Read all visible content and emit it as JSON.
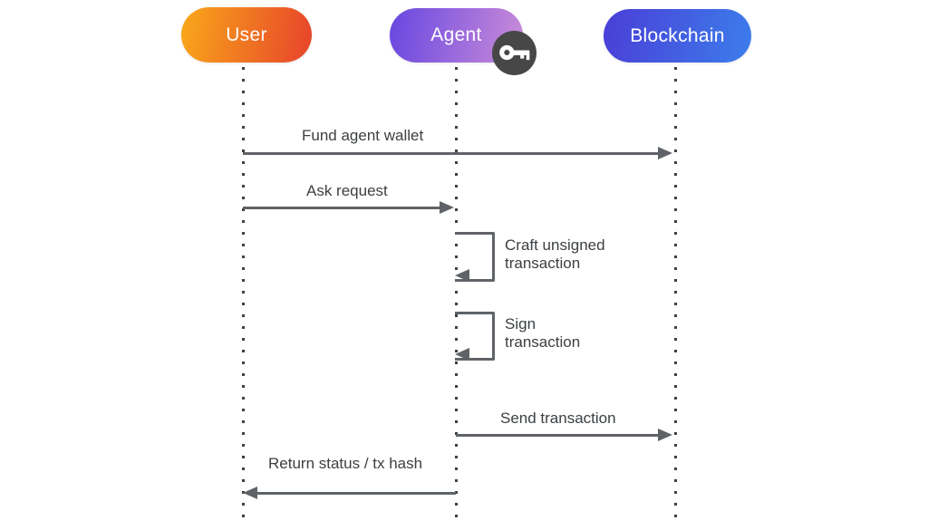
{
  "diagram": {
    "type": "sequence",
    "actors": [
      {
        "id": "user",
        "label": "User",
        "gradient_from": "#F9A81A",
        "gradient_to": "#E7432B"
      },
      {
        "id": "agent",
        "label": "Agent",
        "gradient_from": "#6847E1",
        "gradient_to": "#CA8CD8",
        "badge": "key-icon"
      },
      {
        "id": "blockchain",
        "label": "Blockchain",
        "gradient_from": "#4A3ED7",
        "gradient_to": "#3C7DEB"
      }
    ],
    "messages": [
      {
        "label": "Fund agent wallet",
        "from": "user",
        "to": "blockchain",
        "type": "arrow-right"
      },
      {
        "label": "Ask request",
        "from": "user",
        "to": "agent",
        "type": "arrow-right"
      },
      {
        "label": "Craft unsigned transaction",
        "from": "agent",
        "to": "agent",
        "type": "self-loop"
      },
      {
        "label": "Sign transaction",
        "from": "agent",
        "to": "agent",
        "type": "self-loop"
      },
      {
        "label": "Send transaction",
        "from": "agent",
        "to": "blockchain",
        "type": "arrow-right"
      },
      {
        "label": "Return status / tx hash",
        "from": "agent",
        "to": "user",
        "type": "arrow-left"
      }
    ],
    "colors": {
      "arrow": "#5F6368",
      "lifeline": "#3F4043",
      "text": "#3C4043",
      "key_badge_bg": "#474747",
      "key_glyph": "#FFFFFF",
      "background": "#FFFFFF"
    }
  }
}
